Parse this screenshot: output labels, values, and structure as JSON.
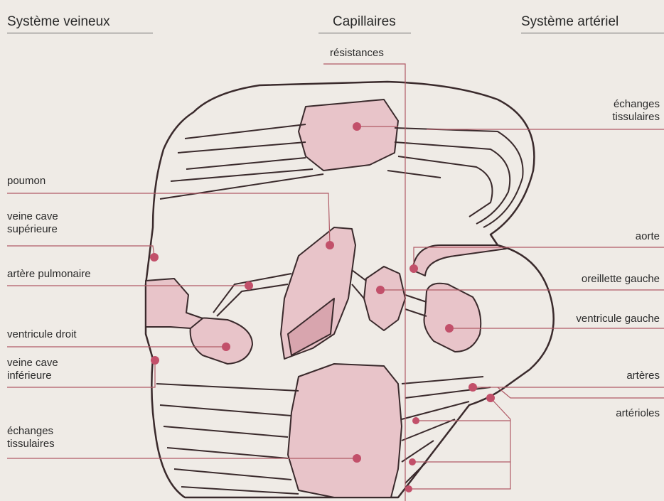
{
  "headers": {
    "venous": "Système veineux",
    "capillaries": "Capillaires",
    "arterial": "Système artériel"
  },
  "labels": {
    "resistances": "résistances",
    "echanges_top": [
      "échanges",
      "tissulaires"
    ],
    "poumon": "poumon",
    "veine_cave_sup": [
      "veine cave",
      "supérieure"
    ],
    "artere_pulmonaire": "artère pulmonaire",
    "ventricule_droit": "ventricule droit",
    "veine_cave_inf": [
      "veine cave",
      "inférieure"
    ],
    "echanges_bottom": [
      "échanges",
      "tissulaires"
    ],
    "aorte": "aorte",
    "oreillette_gauche": "oreillette gauche",
    "ventricule_gauche": "ventricule gauche",
    "arteres": "artères",
    "arterioles": "artérioles"
  },
  "colors": {
    "background": "#efebe6",
    "vessel_fill": "#e8c4c9",
    "vessel_stroke": "#3a2a2c",
    "marker": "#c2506a",
    "leader": "#b05a66"
  }
}
